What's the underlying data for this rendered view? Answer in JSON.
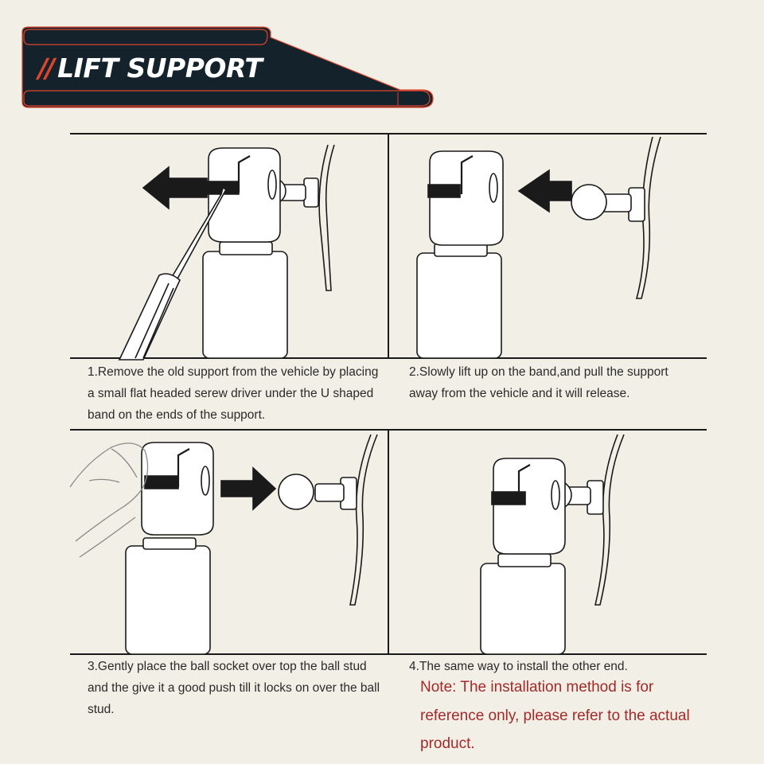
{
  "banner": {
    "title": "LIFT SUPPORT",
    "slashes": "//"
  },
  "steps": [
    {
      "text": "1.Remove the old support from the vehicle by placing a small flat headed serew driver under the U shaped band on the ends of the support."
    },
    {
      "text": "2.Slowly lift up on the band,and pull the support away from the vehicle and it will release."
    },
    {
      "text": "3.Gently place the ball socket over top the ball stud and the give it a good push till it locks on over the ball stud."
    },
    {
      "text": "4.The same way to install the other end."
    }
  ],
  "note": {
    "text": "Note: The installation method is for reference only, please refer to the actual product."
  },
  "colors": {
    "background": "#f1efe6",
    "banner": "#13222b",
    "banner_accent": "#e0452c",
    "note": "#a32a2a",
    "line": "#1a1a1a"
  },
  "icons": [
    "lift-strut-icon",
    "arrow-left-icon",
    "arrow-right-icon",
    "screwdriver-icon",
    "finger-icon",
    "ball-stud-icon"
  ]
}
